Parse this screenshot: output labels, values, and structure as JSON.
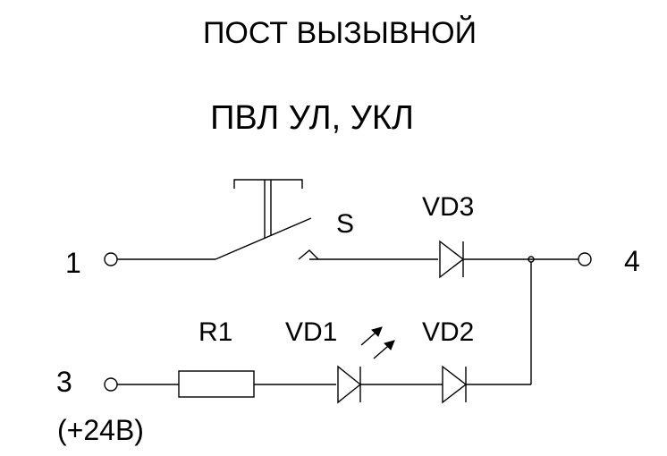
{
  "title": "ПОСТ ВЫЗЫВНОЙ",
  "model": "ПВЛ УЛ, УКЛ",
  "terminals": {
    "t1": "1",
    "t3": "3",
    "t3_note": "(+24В)",
    "t4": "4"
  },
  "components": {
    "switch": "S",
    "resistor": "R1",
    "led": "VD1",
    "diode_series": "VD2",
    "diode_switch": "VD3"
  }
}
